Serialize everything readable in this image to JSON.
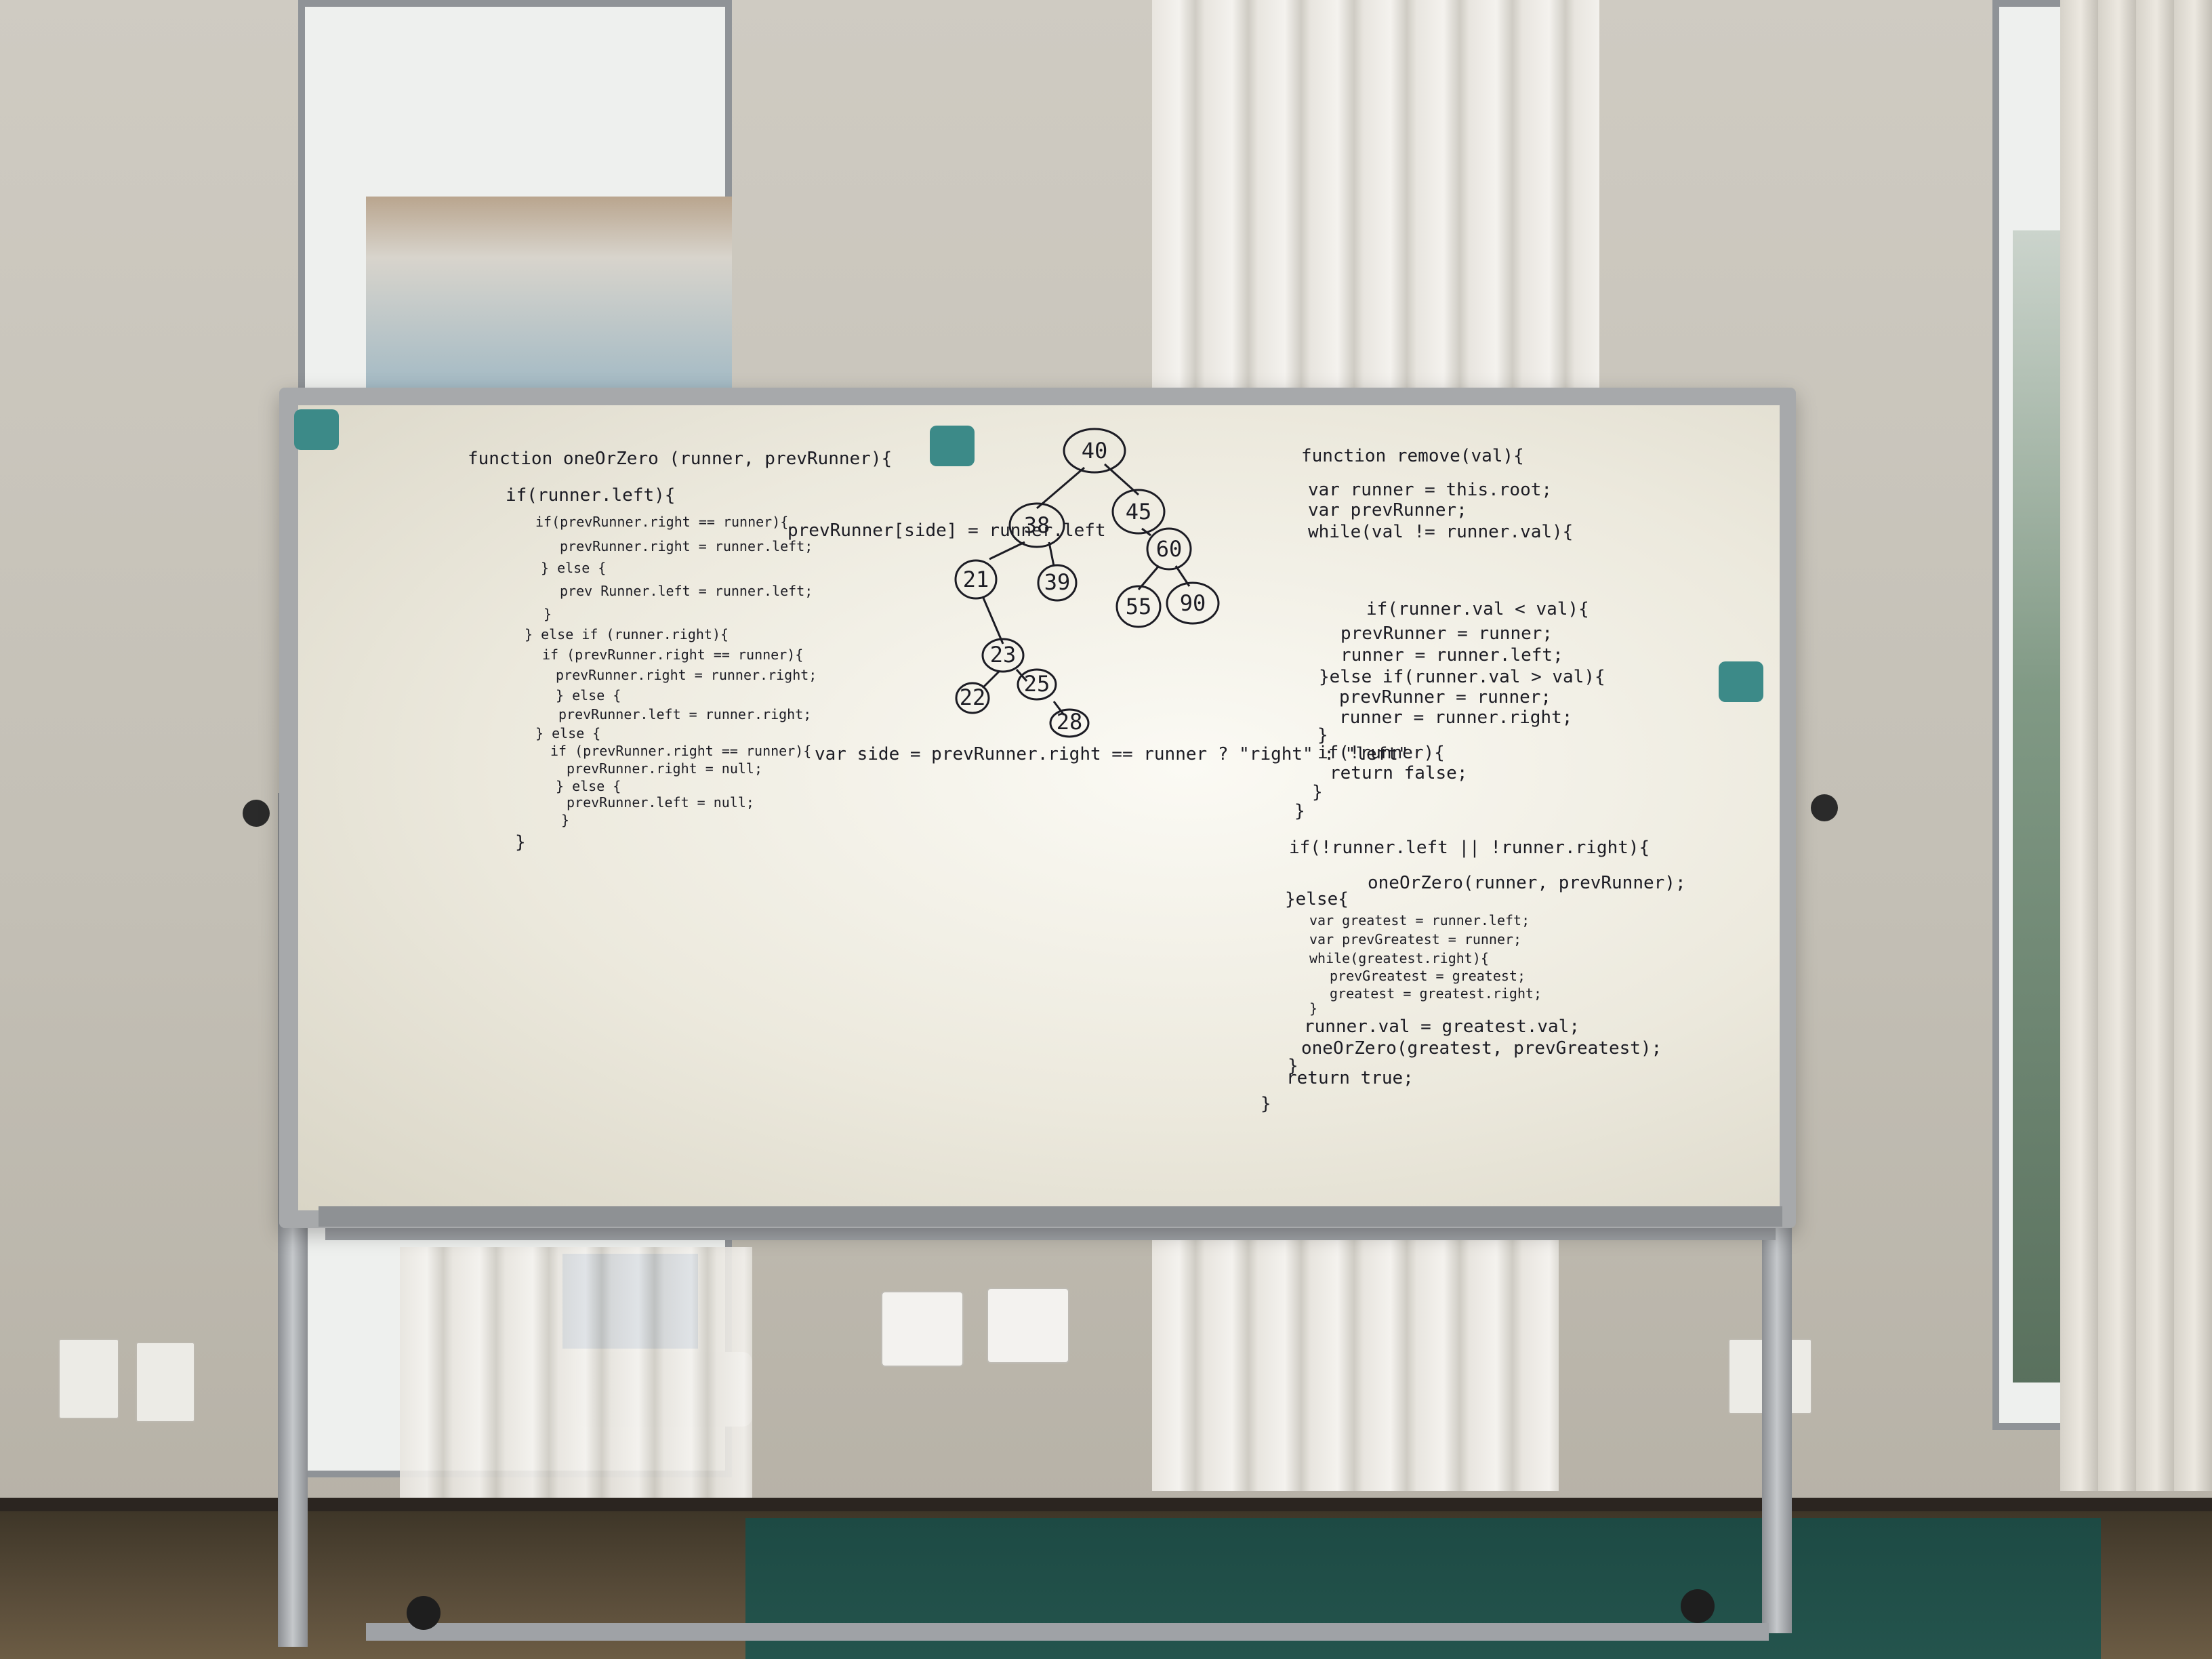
{
  "whiteboard": {
    "left_code": {
      "lines": [
        "function oneOrZero (runner, prevRunner){",
        "if(runner.left){",
        "if(prevRunner.right == runner){",
        "prevRunner.right = runner.left;",
        "} else {",
        "prev Runner.left = runner.left;",
        "}",
        "} else if (runner.right){",
        "if (prevRunner.right == runner){",
        "prevRunner.right = runner.right;",
        "} else {",
        "prevRunner.left = runner.right;",
        "} else {",
        "if (prevRunner.right == runner){",
        "prevRunner.right = null;",
        "} else {",
        "prevRunner.left = null;",
        "}",
        "}"
      ]
    },
    "middle": {
      "assign_line": "prevRunner[side] = runner.left",
      "side_line": "var side = prevRunner.right == runner ? \"right\" : \"left\"",
      "tree_nodes": [
        "40",
        "45",
        "38",
        "60",
        "21",
        "39",
        "55",
        "90",
        "23",
        "22",
        "25",
        "28"
      ]
    },
    "right_code": {
      "lines": [
        "function remove(val){",
        "var runner = this.root;",
        "var prevRunner;",
        "while(val != runner.val){",
        "if(runner.val < val){",
        "prevRunner = runner;",
        "runner = runner.left;",
        "}else if(runner.val > val){",
        "prevRunner = runner;",
        "runner = runner.right;",
        "}",
        "if(!runner){",
        "return false;",
        "}",
        "}",
        "if(!runner.left || !runner.right){",
        "oneOrZero(runner, prevRunner);",
        "}else{",
        "var greatest = runner.left;",
        "var prevGreatest = runner;",
        "while(greatest.right){",
        "prevGreatest = greatest;",
        "greatest = greatest.right;",
        "}",
        "runner.val = greatest.val;",
        "oneOrZero(greatest, prevGreatest);",
        "}",
        "return true;",
        "}"
      ]
    }
  }
}
